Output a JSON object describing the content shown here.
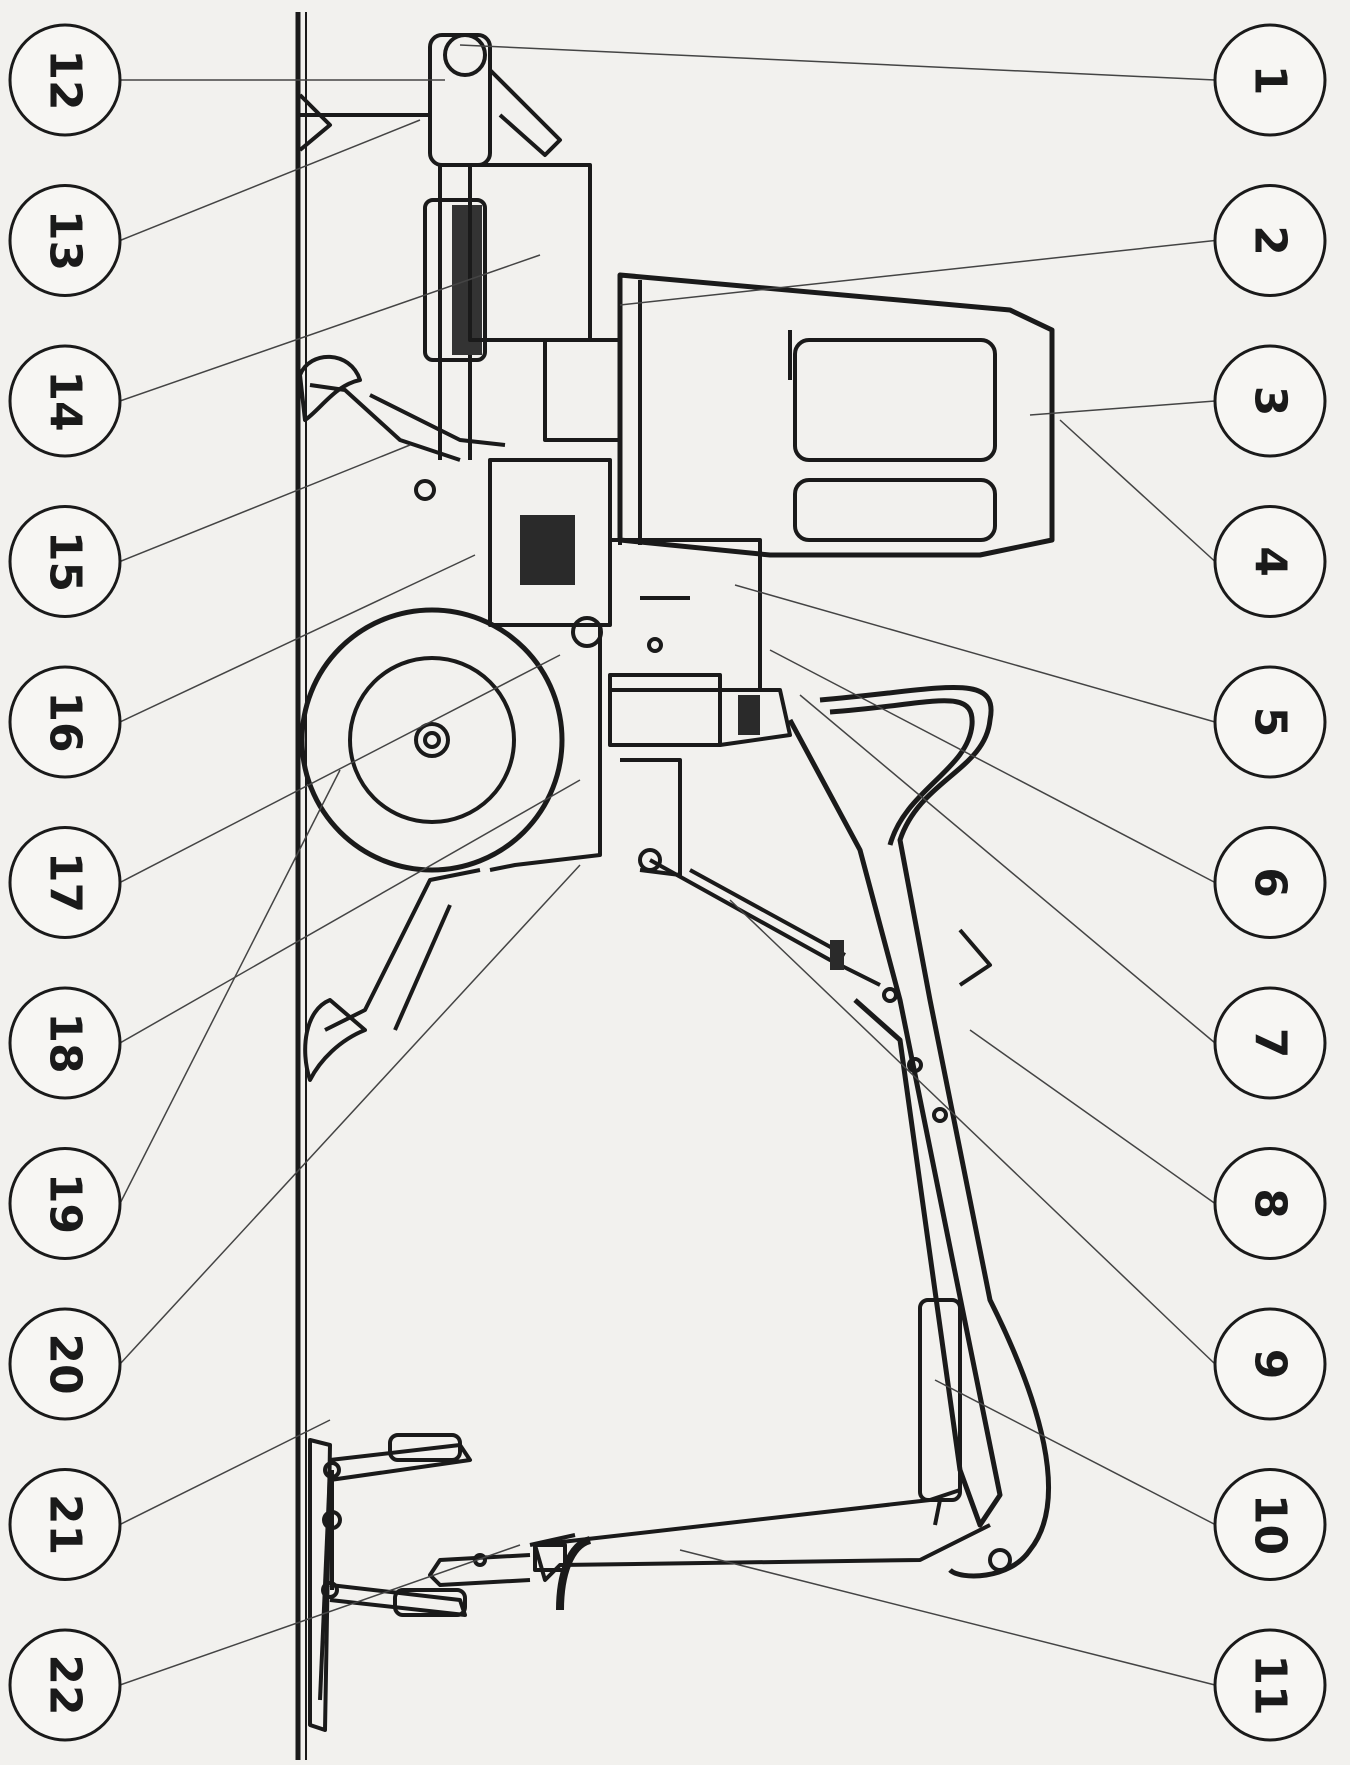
{
  "colors": {
    "paper": "#f2f1ee",
    "ink": "#1a1a1a",
    "leader": "#444444"
  },
  "callouts": {
    "right": [
      "1",
      "2",
      "3",
      "4",
      "5",
      "6",
      "7",
      "8",
      "9",
      "10",
      "11"
    ],
    "left": [
      "12",
      "13",
      "14",
      "15",
      "16",
      "17",
      "18",
      "19",
      "20",
      "21",
      "22"
    ]
  }
}
